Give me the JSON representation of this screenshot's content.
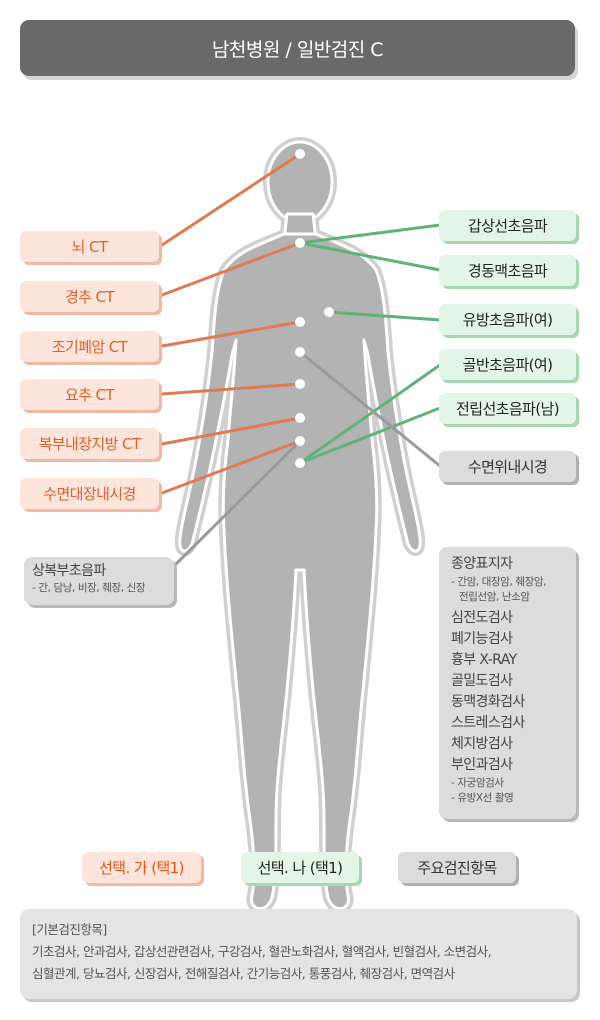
{
  "title": "남천병원 / 일반검진 C",
  "colors": {
    "orange": "#e05f2e",
    "green": "#3e9e5a",
    "gray": "#8c8c8c",
    "title_bg": "#696969"
  },
  "left_items": [
    "뇌 CT",
    "경추 CT",
    "조기폐암 CT",
    "요추 CT",
    "복부내장지방 CT",
    "수면대장내시경"
  ],
  "right_items": [
    "갑상선초음파",
    "경동맥초음파",
    "유방초음파(여)",
    "골반초음파(여)",
    "전립선초음파(남)"
  ],
  "endoscopy": "수면위내시경",
  "abdomen_us": {
    "title": "상복부초음파",
    "detail": "- 간, 담낭, 비장, 췌장, 신장"
  },
  "main_box": {
    "tumor_title": "종양표지자",
    "tumor_detail_1": "- 간암, 대장암, 췌장암,",
    "tumor_detail_2": "전립선암, 난소암",
    "items": [
      "심전도검사",
      "폐기능검사",
      "흉부 X-RAY",
      "골밀도검사",
      "동맥경화검사",
      "스트레스검사",
      "체지방검사",
      "부인과검사"
    ],
    "gyn_detail_1": "- 자궁암검사",
    "gyn_detail_2": "- 유방X선 촬영"
  },
  "legend": {
    "choice_a": "선택. 가 (택1)",
    "choice_b": "선택. 나 (택1)",
    "main": "주요검진항목"
  },
  "basic": {
    "title": "[기본검진항목]",
    "line1": "기초검사, 안과검사, 갑상선관련검사, 구강검사, 혈관노화검사, 혈액검사, 빈혈검사, 소변검사,",
    "line2": "심혈관계, 당뇨검사, 신장검사, 전해질검사, 간기능검사, 통풍검사, 췌장검사, 면역검사"
  }
}
